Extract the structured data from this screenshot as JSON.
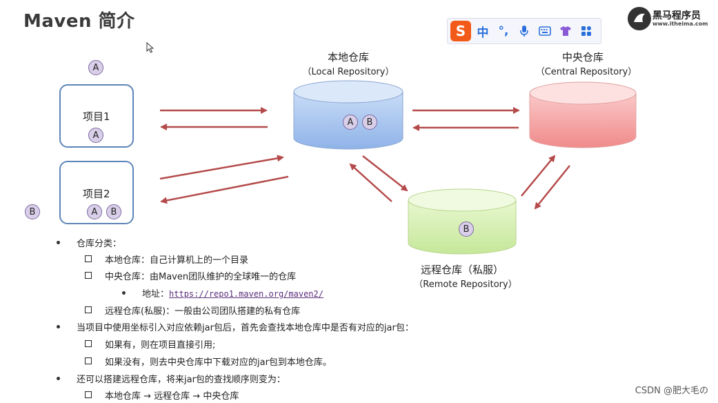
{
  "page": {
    "title": "Maven 简介"
  },
  "ime_toolbar": {
    "logo": "S",
    "items": [
      {
        "name": "chinese-mode-icon",
        "label": "中"
      },
      {
        "name": "punctuation-icon",
        "label": "°,"
      },
      {
        "name": "microphone-icon",
        "label": ""
      },
      {
        "name": "keyboard-icon",
        "label": ""
      },
      {
        "name": "skin-icon",
        "label": ""
      },
      {
        "name": "toolbox-icon",
        "label": ""
      }
    ]
  },
  "brand": {
    "name": "黑马程序员",
    "url": "www.itheima.com"
  },
  "diagram": {
    "project1": {
      "label": "项目1",
      "deps": [
        "A"
      ]
    },
    "project2": {
      "label": "项目2",
      "deps": [
        "A",
        "B"
      ]
    },
    "floating_A": "A",
    "floating_B": "B",
    "local_repo": {
      "title": "本地仓库",
      "subtitle": "（Local Repository）",
      "deps": [
        "A",
        "B"
      ],
      "color": "#a9c6ee"
    },
    "central_repo": {
      "title": "中央仓库",
      "subtitle": "（Central Repository）",
      "color": "#f5a3a3"
    },
    "remote_repo": {
      "title": "远程仓库（私服）",
      "subtitle": "（Remote Repository）",
      "deps": [
        "B"
      ],
      "color": "#d6efb0"
    },
    "arrow_color": "#b54a4a"
  },
  "notes": {
    "b1": "仓库分类：",
    "b1_1": "本地仓库：自己计算机上的一个目录",
    "b1_2": "中央仓库：由Maven团队维护的全球唯一的仓库",
    "b1_2_1_label": "地址：",
    "b1_2_1_link": "https://repo1.maven.org/maven2/",
    "b1_3": "远程仓库(私服)：一般由公司团队搭建的私有仓库",
    "b2": "当项目中使用坐标引入对应依赖jar包后，首先会查找本地仓库中是否有对应的jar包：",
    "b2_1": "如果有，则在项目直接引用;",
    "b2_2": "如果没有，则去中央仓库中下载对应的jar包到本地仓库。",
    "b3": "还可以搭建远程仓库，将来jar包的查找顺序则变为：",
    "b3_1": "本地仓库 → 远程仓库 → 中央仓库"
  },
  "watermark": "CSDN @肥大毛の"
}
